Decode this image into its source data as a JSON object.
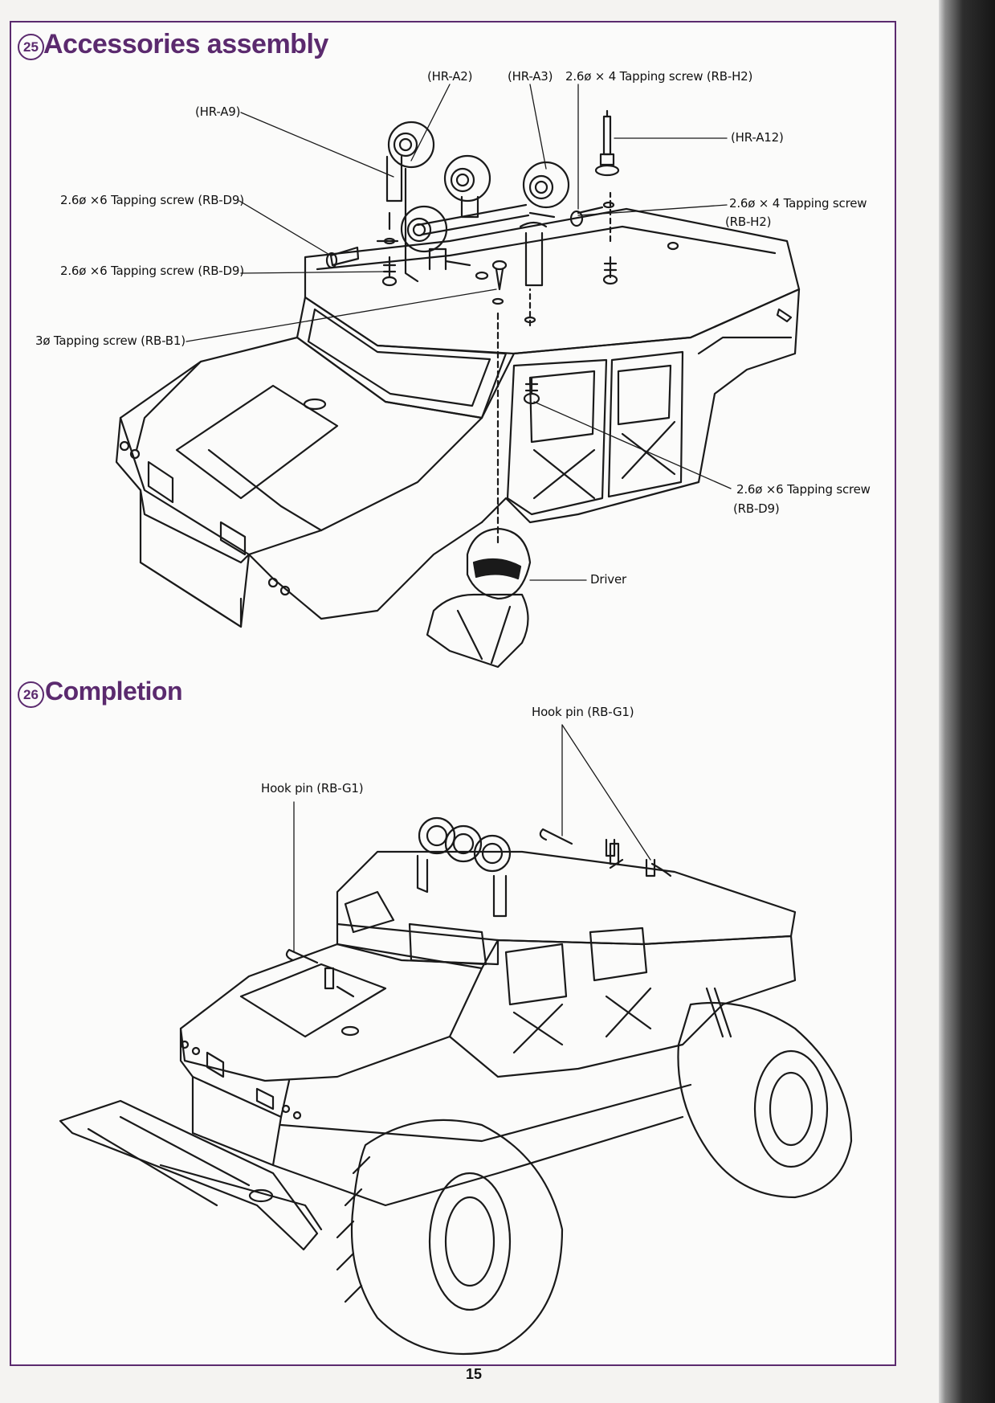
{
  "page": {
    "number": "15"
  },
  "step25": {
    "badge": "25",
    "title": "Accessories assembly",
    "labels": {
      "hr_a2": "(HR-A2)",
      "hr_a3": "(HR-A3)",
      "screw_h2_top": "2.6ø × 4 Tapping screw (RB-H2)",
      "hr_a9": "(HR-A9)",
      "hr_a12": "(HR-A12)",
      "screw_d9_a": "2.6ø ×6 Tapping screw (RB-D9)",
      "screw_h2_right_line1": "2.6ø × 4 Tapping screw",
      "screw_h2_right_line2": "(RB-H2)",
      "screw_d9_b": "2.6ø ×6 Tapping screw (RB-D9)",
      "screw_b1": "3ø Tapping screw (RB-B1)",
      "screw_d9_c_line1": "2.6ø ×6 Tapping screw",
      "screw_d9_c_line2": "(RB-D9)",
      "driver": "Driver"
    }
  },
  "step26": {
    "badge": "26",
    "title": "Completion",
    "labels": {
      "hook_pin_top": "Hook pin (RB-G1)",
      "hook_pin_left": "Hook pin (RB-G1)"
    }
  }
}
